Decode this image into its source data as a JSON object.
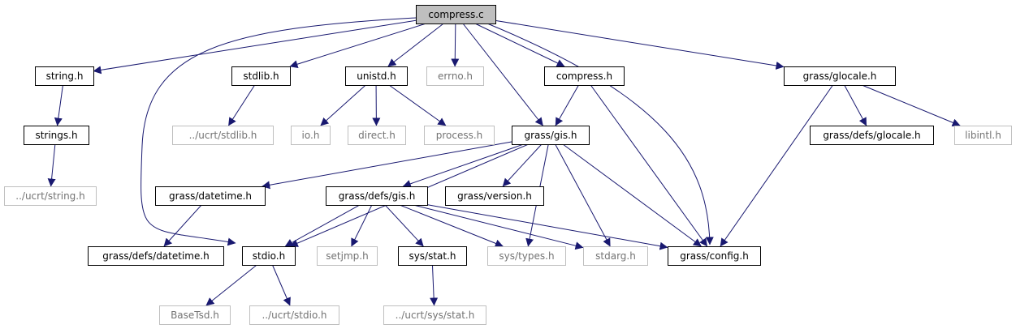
{
  "colors": {
    "edge": "#191970",
    "root_fill": "#bfbfbf",
    "root_stroke": "#000000",
    "node_fill": "#ffffff",
    "node_stroke": "#000000",
    "missing_stroke": "#bfbfbf",
    "text": "#000000",
    "missing_text": "#737373"
  },
  "nodes": [
    {
      "id": "compress_c",
      "label": "compress.c",
      "kind": "root"
    },
    {
      "id": "string_h",
      "label": "string.h",
      "kind": "normal"
    },
    {
      "id": "stdlib_h",
      "label": "stdlib.h",
      "kind": "normal"
    },
    {
      "id": "unistd_h",
      "label": "unistd.h",
      "kind": "normal"
    },
    {
      "id": "errno_h",
      "label": "errno.h",
      "kind": "missing"
    },
    {
      "id": "compress_h",
      "label": "compress.h",
      "kind": "normal"
    },
    {
      "id": "grass_glocale_h",
      "label": "grass/glocale.h",
      "kind": "normal"
    },
    {
      "id": "strings_h",
      "label": "strings.h",
      "kind": "normal"
    },
    {
      "id": "ucrt_stdlib_h",
      "label": "../ucrt/stdlib.h",
      "kind": "missing"
    },
    {
      "id": "io_h",
      "label": "io.h",
      "kind": "missing"
    },
    {
      "id": "direct_h",
      "label": "direct.h",
      "kind": "missing"
    },
    {
      "id": "process_h",
      "label": "process.h",
      "kind": "missing"
    },
    {
      "id": "grass_gis_h",
      "label": "grass/gis.h",
      "kind": "normal"
    },
    {
      "id": "grass_defs_glocale_h",
      "label": "grass/defs/glocale.h",
      "kind": "normal"
    },
    {
      "id": "libintl_h",
      "label": "libintl.h",
      "kind": "missing"
    },
    {
      "id": "ucrt_string_h",
      "label": "../ucrt/string.h",
      "kind": "missing"
    },
    {
      "id": "grass_datetime_h",
      "label": "grass/datetime.h",
      "kind": "normal"
    },
    {
      "id": "grass_defs_gis_h",
      "label": "grass/defs/gis.h",
      "kind": "normal"
    },
    {
      "id": "grass_version_h",
      "label": "grass/version.h",
      "kind": "normal"
    },
    {
      "id": "grass_defs_datetime_h",
      "label": "grass/defs/datetime.h",
      "kind": "normal"
    },
    {
      "id": "stdio_h",
      "label": "stdio.h",
      "kind": "normal"
    },
    {
      "id": "setjmp_h",
      "label": "setjmp.h",
      "kind": "missing"
    },
    {
      "id": "sys_stat_h",
      "label": "sys/stat.h",
      "kind": "normal"
    },
    {
      "id": "sys_types_h",
      "label": "sys/types.h",
      "kind": "missing"
    },
    {
      "id": "stdarg_h",
      "label": "stdarg.h",
      "kind": "missing"
    },
    {
      "id": "grass_config_h",
      "label": "grass/config.h",
      "kind": "normal"
    },
    {
      "id": "basetsd_h",
      "label": "BaseTsd.h",
      "kind": "missing"
    },
    {
      "id": "ucrt_stdio_h",
      "label": "../ucrt/stdio.h",
      "kind": "missing"
    },
    {
      "id": "ucrt_sys_stat_h",
      "label": "../ucrt/sys/stat.h",
      "kind": "missing"
    }
  ],
  "edges": [
    {
      "from": "compress_c",
      "to": "string_h"
    },
    {
      "from": "compress_c",
      "to": "stdlib_h"
    },
    {
      "from": "compress_c",
      "to": "unistd_h"
    },
    {
      "from": "compress_c",
      "to": "errno_h"
    },
    {
      "from": "compress_c",
      "to": "compress_h"
    },
    {
      "from": "compress_c",
      "to": "grass_glocale_h"
    },
    {
      "from": "compress_c",
      "to": "stdio_h"
    },
    {
      "from": "compress_c",
      "to": "grass_gis_h"
    },
    {
      "from": "compress_c",
      "to": "grass_config_h"
    },
    {
      "from": "string_h",
      "to": "strings_h"
    },
    {
      "from": "strings_h",
      "to": "ucrt_string_h"
    },
    {
      "from": "stdlib_h",
      "to": "ucrt_stdlib_h"
    },
    {
      "from": "unistd_h",
      "to": "io_h"
    },
    {
      "from": "unistd_h",
      "to": "direct_h"
    },
    {
      "from": "unistd_h",
      "to": "process_h"
    },
    {
      "from": "compress_h",
      "to": "grass_gis_h"
    },
    {
      "from": "compress_h",
      "to": "grass_config_h"
    },
    {
      "from": "grass_glocale_h",
      "to": "grass_defs_glocale_h"
    },
    {
      "from": "grass_glocale_h",
      "to": "libintl_h"
    },
    {
      "from": "grass_glocale_h",
      "to": "grass_config_h"
    },
    {
      "from": "grass_gis_h",
      "to": "grass_datetime_h"
    },
    {
      "from": "grass_gis_h",
      "to": "grass_defs_gis_h"
    },
    {
      "from": "grass_gis_h",
      "to": "grass_version_h"
    },
    {
      "from": "grass_gis_h",
      "to": "stdio_h"
    },
    {
      "from": "grass_gis_h",
      "to": "sys_types_h"
    },
    {
      "from": "grass_gis_h",
      "to": "stdarg_h"
    },
    {
      "from": "grass_gis_h",
      "to": "grass_config_h"
    },
    {
      "from": "grass_datetime_h",
      "to": "grass_defs_datetime_h"
    },
    {
      "from": "grass_defs_gis_h",
      "to": "stdio_h"
    },
    {
      "from": "grass_defs_gis_h",
      "to": "setjmp_h"
    },
    {
      "from": "grass_defs_gis_h",
      "to": "sys_stat_h"
    },
    {
      "from": "grass_defs_gis_h",
      "to": "sys_types_h"
    },
    {
      "from": "grass_defs_gis_h",
      "to": "stdarg_h"
    },
    {
      "from": "grass_defs_gis_h",
      "to": "grass_config_h"
    },
    {
      "from": "stdio_h",
      "to": "basetsd_h"
    },
    {
      "from": "stdio_h",
      "to": "ucrt_stdio_h"
    },
    {
      "from": "sys_stat_h",
      "to": "ucrt_sys_stat_h"
    }
  ]
}
